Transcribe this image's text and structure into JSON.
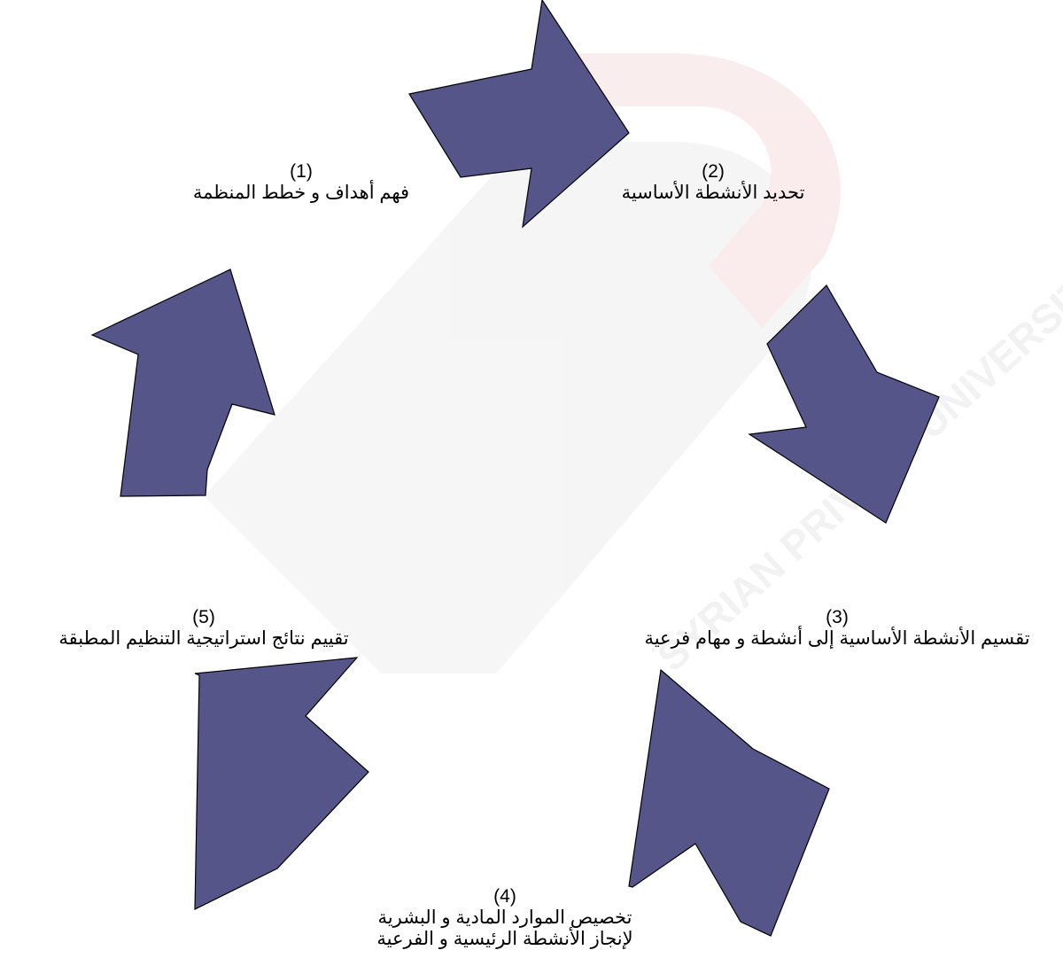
{
  "colors": {
    "arrow_fill": "#55558a",
    "arrow_stroke": "#000000",
    "watermark_gray": "#e6e6e6",
    "watermark_red": "#f6e3e3"
  },
  "watermark": {
    "text": "SYRIAN PRIVATE UNIVERSITY"
  },
  "steps": [
    {
      "number": "(1)",
      "text": "فهم أهداف و خطط المنظمة"
    },
    {
      "number": "(2)",
      "text": "تحديد الأنشطة الأساسية"
    },
    {
      "number": "(3)",
      "text": "تقسيم الأنشطة الأساسية إلى أنشطة و مهام فرعية"
    },
    {
      "number": "(4)",
      "text": "تخصيص الموارد المادية و البشرية",
      "text2": "لإنجاز الأنشطة الرئيسية و الفرعية"
    },
    {
      "number": "(5)",
      "text": "تقييم نتائج استراتيجية التنظيم المطبقة"
    }
  ]
}
